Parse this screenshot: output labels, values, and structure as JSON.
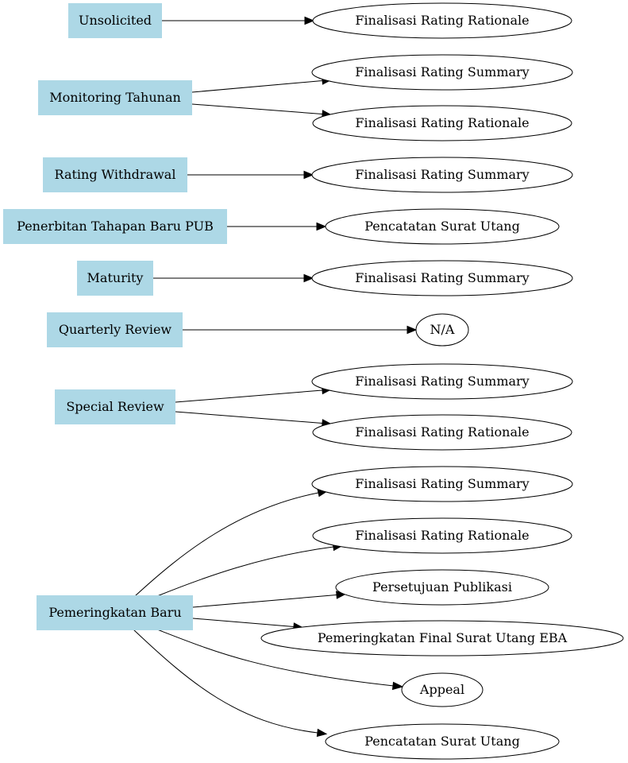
{
  "diagram": {
    "sources": [
      {
        "id": "s_unsolicited",
        "label": "Unsolicited"
      },
      {
        "id": "s_monitoring",
        "label": "Monitoring Tahunan"
      },
      {
        "id": "s_withdrawal",
        "label": "Rating Withdrawal"
      },
      {
        "id": "s_pub",
        "label": "Penerbitan Tahapan Baru PUB"
      },
      {
        "id": "s_maturity",
        "label": "Maturity"
      },
      {
        "id": "s_quarterly",
        "label": "Quarterly Review"
      },
      {
        "id": "s_special",
        "label": "Special Review"
      },
      {
        "id": "s_baru",
        "label": "Pemeringkatan Baru"
      }
    ],
    "targets": [
      {
        "id": "t1",
        "label": "Finalisasi Rating Rationale"
      },
      {
        "id": "t2",
        "label": "Finalisasi Rating Summary"
      },
      {
        "id": "t3",
        "label": "Finalisasi Rating Rationale"
      },
      {
        "id": "t4",
        "label": "Finalisasi Rating Summary"
      },
      {
        "id": "t5",
        "label": "Pencatatan Surat Utang"
      },
      {
        "id": "t6",
        "label": "Finalisasi Rating Summary"
      },
      {
        "id": "t7",
        "label": "N/A"
      },
      {
        "id": "t8",
        "label": "Finalisasi Rating Summary"
      },
      {
        "id": "t9",
        "label": "Finalisasi Rating Rationale"
      },
      {
        "id": "t10",
        "label": "Finalisasi Rating Summary"
      },
      {
        "id": "t11",
        "label": "Finalisasi Rating Rationale"
      },
      {
        "id": "t12",
        "label": "Persetujuan Publikasi"
      },
      {
        "id": "t13",
        "label": "Pemeringkatan Final Surat Utang EBA"
      },
      {
        "id": "t14",
        "label": "Appeal"
      },
      {
        "id": "t15",
        "label": "Pencatatan Surat Utang"
      }
    ],
    "edges": [
      {
        "from": "s_unsolicited",
        "to": "t1"
      },
      {
        "from": "s_monitoring",
        "to": "t2"
      },
      {
        "from": "s_monitoring",
        "to": "t3"
      },
      {
        "from": "s_withdrawal",
        "to": "t4"
      },
      {
        "from": "s_pub",
        "to": "t5"
      },
      {
        "from": "s_maturity",
        "to": "t6"
      },
      {
        "from": "s_quarterly",
        "to": "t7"
      },
      {
        "from": "s_special",
        "to": "t8"
      },
      {
        "from": "s_special",
        "to": "t9"
      },
      {
        "from": "s_baru",
        "to": "t10"
      },
      {
        "from": "s_baru",
        "to": "t11"
      },
      {
        "from": "s_baru",
        "to": "t12"
      },
      {
        "from": "s_baru",
        "to": "t13"
      },
      {
        "from": "s_baru",
        "to": "t14"
      },
      {
        "from": "s_baru",
        "to": "t15"
      }
    ],
    "colors": {
      "source_fill": "#add8e6",
      "target_fill": "#ffffff",
      "stroke": "#000000"
    }
  }
}
